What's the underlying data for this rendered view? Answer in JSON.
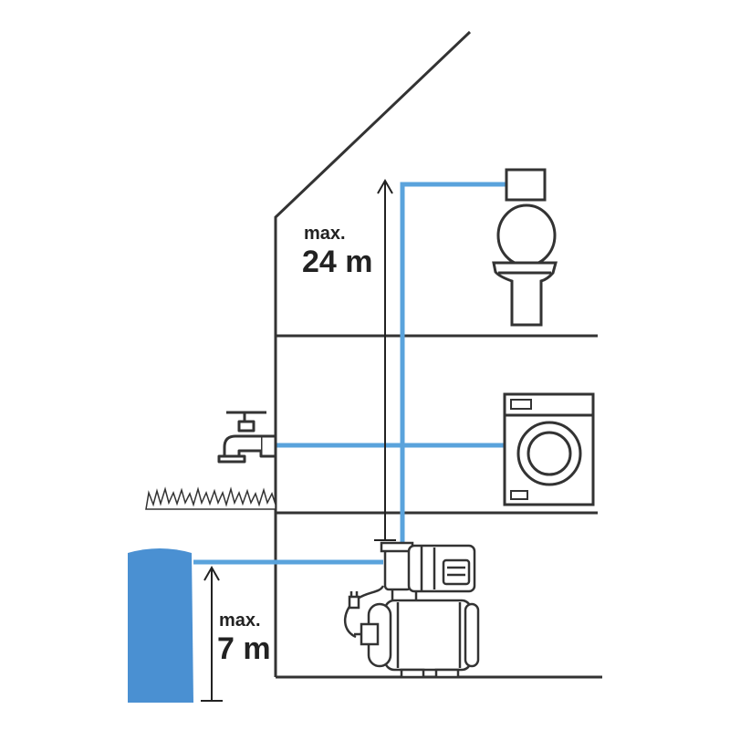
{
  "diagram": {
    "height_label_top": {
      "prefix": "max.",
      "value": "24 m"
    },
    "height_label_bottom": {
      "prefix": "max.",
      "value": "7 m"
    },
    "colors": {
      "line": "#333333",
      "pipe": "#5aa3dc",
      "water": "#4a90d2"
    },
    "icons": [
      "toilet-icon",
      "washing-machine-icon",
      "garden-tap-icon",
      "grass-icon",
      "pump-icon",
      "water-source-icon"
    ]
  }
}
